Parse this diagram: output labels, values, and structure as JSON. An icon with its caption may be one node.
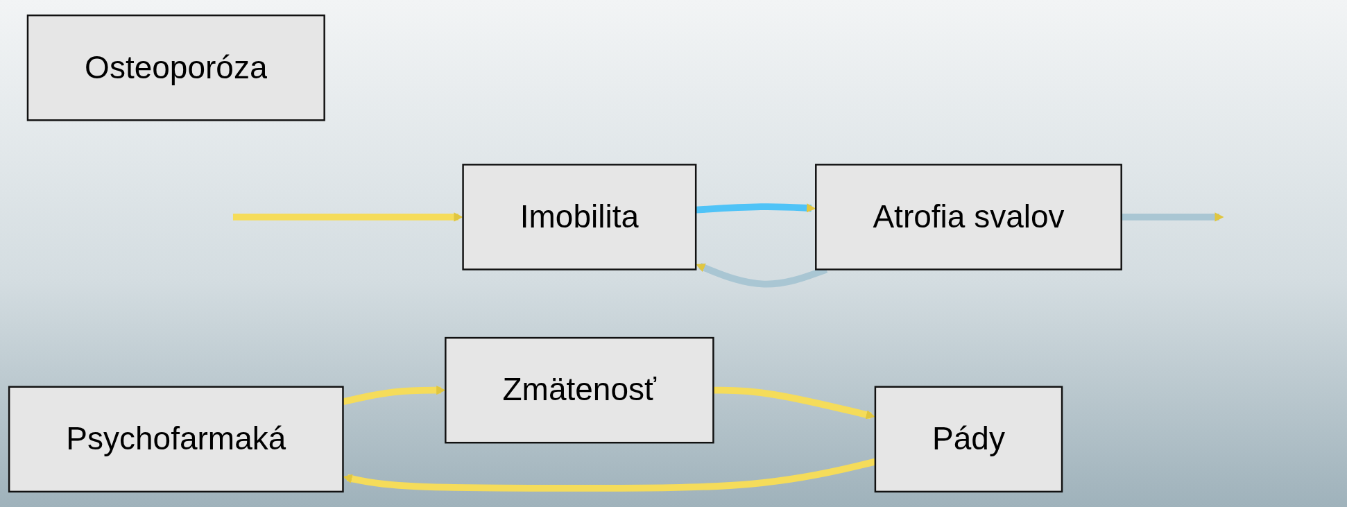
{
  "diagram": {
    "nodes": [
      {
        "text": [
          "Imobilita"
        ]
      },
      {
        "text": [
          "Atrofia svalov"
        ]
      },
      {
        "text": [
          "Osteoporóza"
        ]
      },
      {
        "text": [
          "Psychofarmaká"
        ]
      },
      {
        "text": [
          "Pády"
        ]
      },
      {
        "text": [
          "Zmätenosť"
        ]
      }
    ],
    "edges": [
      {
        "from": 0,
        "to": 1,
        "arrow": "to",
        "color": "#4fc3f7"
      },
      {
        "from": 1,
        "to": 0,
        "arrow": "to",
        "color": "#a9c6d3"
      },
      {
        "from": 1,
        "to": null,
        "arrow": "to",
        "color": "#a9c6d3"
      },
      {
        "from": null,
        "to": 0,
        "arrow": "to"
      },
      {
        "from": 3,
        "to": 5,
        "arrow": "to"
      },
      {
        "from": 5,
        "to": 4,
        "arrow": "to"
      },
      {
        "from": 4,
        "to": 3,
        "arrow": "to"
      }
    ]
  }
}
